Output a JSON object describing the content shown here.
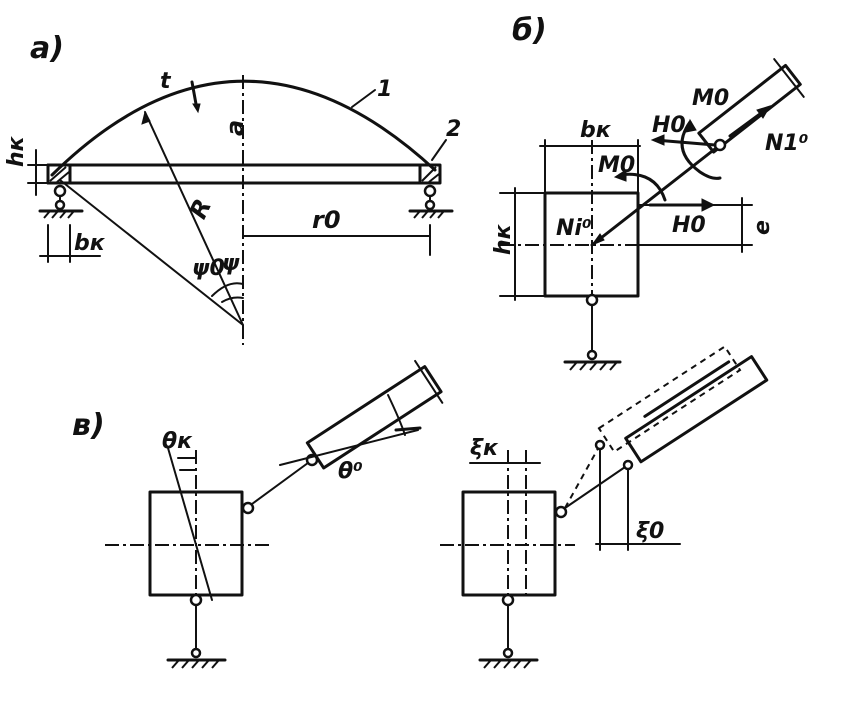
{
  "labels": {
    "panel_a": "а)",
    "panel_b": "б)",
    "panel_v": "в)",
    "a_t": "t",
    "a_1": "1",
    "a_2": "2",
    "a_hk": "hк",
    "a_a": "a",
    "a_R": "R",
    "a_r0": "r0",
    "a_psi": "ψ",
    "a_psi0": "ψ0",
    "a_bk": "bк",
    "b_bk": "bк",
    "b_hk": "hк",
    "b_M0_top": "M0",
    "b_M0": "M0",
    "b_H0_top": "H0",
    "b_H0": "H0",
    "b_N1": "N1⁰",
    "b_Ni": "Ni⁰",
    "b_e": "e",
    "v_thetaK": "θк",
    "v_theta0": "θ⁰",
    "v_xiK": "ξк",
    "v_xi0": "ξ0"
  }
}
